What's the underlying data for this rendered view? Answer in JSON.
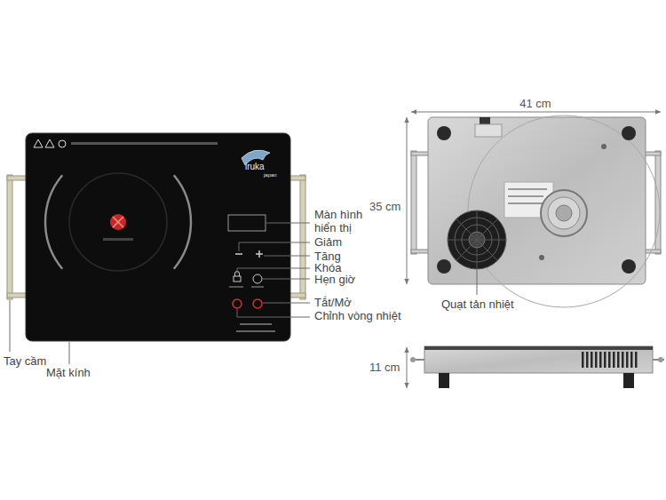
{
  "diagram": {
    "labels": [
      "41 cm",
      "35 cm",
      "Màn hình hiển thị",
      "Giảm",
      "Tăng",
      "Khóa",
      "Hẹn giờ",
      "Tắt/Mở",
      "Chỉnh vòng nhiệt",
      "Quạt tản nhiệt",
      "11 cm",
      "Tay cầm",
      "Mặt kính",
      "iruka",
      "japan"
    ]
  }
}
